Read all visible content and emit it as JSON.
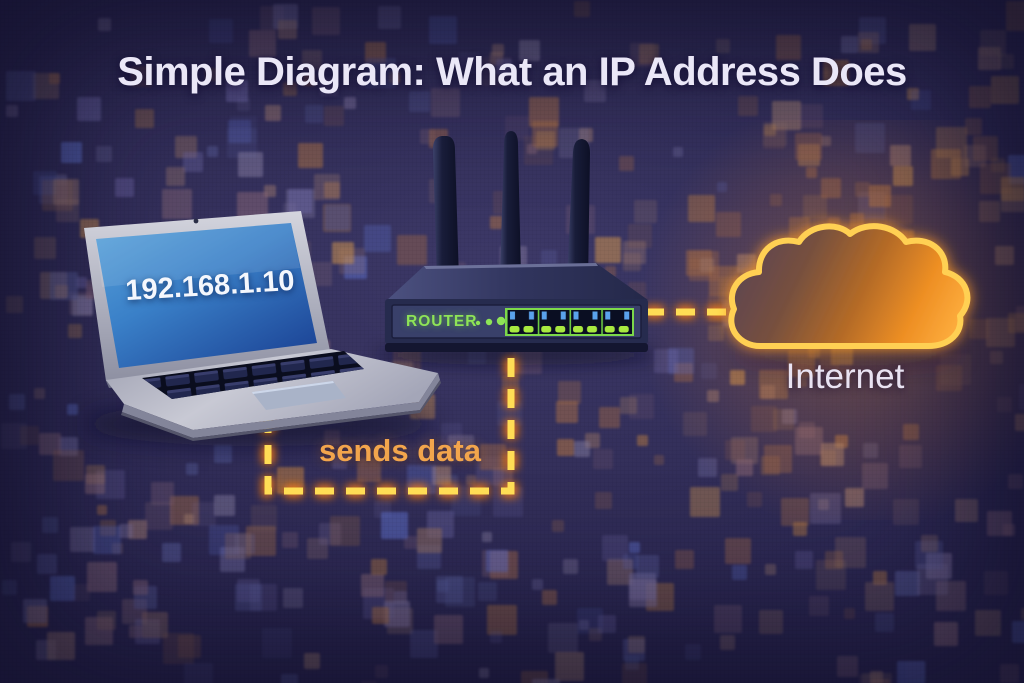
{
  "title": "Simple Diagram: What an IP Address Does",
  "laptop": {
    "screen_ip": "192.168.1.10"
  },
  "router": {
    "front_label": "ROUTER"
  },
  "internet": {
    "label": "Internet"
  },
  "connection": {
    "laptop_to_router_label": "sends data"
  },
  "colors": {
    "background": "#322e58",
    "title_text": "#eae7f7",
    "ip_text": "#f4f7fd",
    "router_label_green": "#8ee457",
    "data_label_orange": "#f2a54c",
    "internet_text": "#e9e3f2",
    "dash_yellow": "#ffdd55",
    "dash_glow_orange": "#ff8514",
    "cloud_orange": "#f79b2e",
    "laptop_screen_blue": "#3a86c8"
  }
}
